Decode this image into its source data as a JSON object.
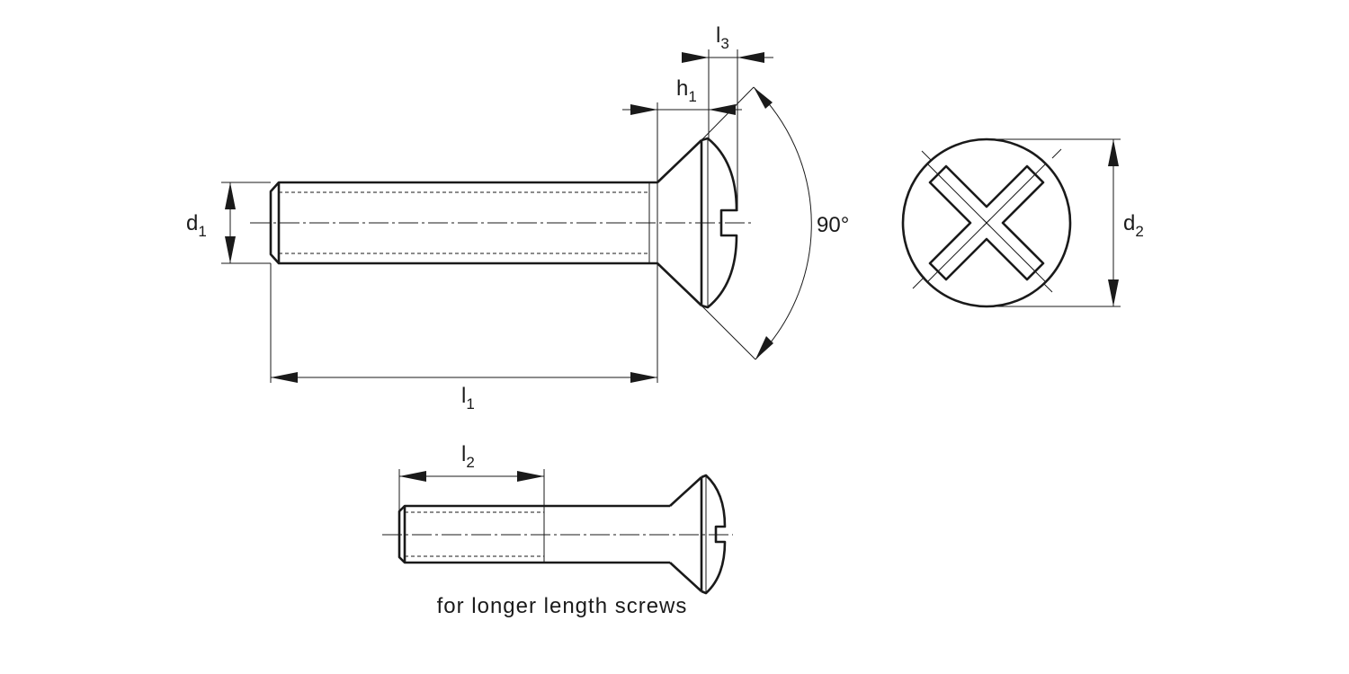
{
  "labels": {
    "d1": {
      "main": "d",
      "sub": "1"
    },
    "d2": {
      "main": "d",
      "sub": "2"
    },
    "l1": {
      "main": "l",
      "sub": "1"
    },
    "l2": {
      "main": "l",
      "sub": "2"
    },
    "l3": {
      "main": "l",
      "sub": "3"
    },
    "h1": {
      "main": "h",
      "sub": "1"
    },
    "angle": "90°"
  },
  "caption": "for longer length screws",
  "colors": {
    "line": "#1a1a1a",
    "background": "#ffffff"
  }
}
